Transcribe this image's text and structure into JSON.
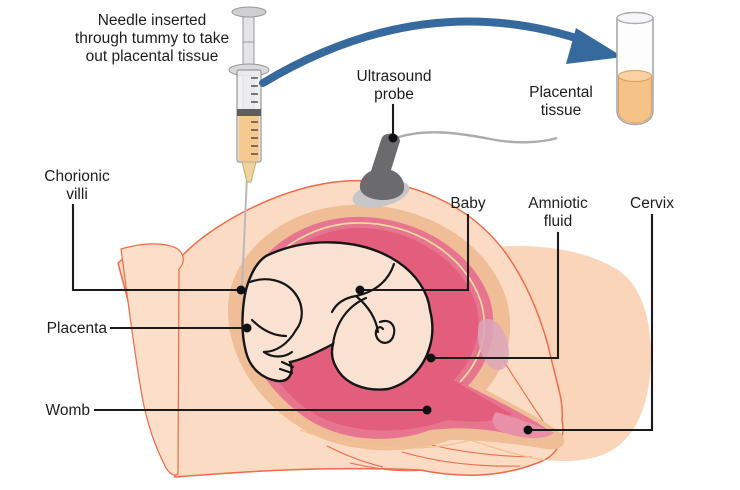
{
  "annotations": {
    "needle_note": {
      "lines": [
        "Needle inserted",
        "through tummy to take",
        "out placental tissue"
      ]
    },
    "ultrasound_probe": {
      "lines": [
        "Ultrasound",
        "probe"
      ]
    },
    "placental_tissue": {
      "lines": [
        "Placental",
        "tissue"
      ]
    },
    "chorionic_villi": {
      "lines": [
        "Chorionic",
        "villi"
      ]
    },
    "placenta": {
      "label": "Placenta"
    },
    "baby": {
      "label": "Baby"
    },
    "amniotic_fluid": {
      "lines": [
        "Amniotic",
        "fluid"
      ]
    },
    "cervix": {
      "label": "Cervix"
    },
    "womb": {
      "label": "Womb"
    }
  },
  "colors": {
    "skin": "#fbdbc3",
    "skin_back": "#fad5b9",
    "skin_flap": "#fcdfc9",
    "skin_outline": "#ee6a49",
    "womb_wall": "#efbd96",
    "womb_lining": "#e87590",
    "amniotic_cavity": "#e25e7c",
    "membrane": "#f6dc9e",
    "cervical_canal": "#e890a8",
    "bladder": "#dca6bb",
    "baby_skin": "#f9e2d2",
    "outline_black": "#1a1a1a",
    "syringe_fluid": "#f6c98e",
    "tube_fluid": "#f5c287",
    "tube_fluid_top": "#f8d2a3",
    "arrow": "#36699e",
    "probe_dark": "#6b6b6e",
    "probe_light": "#c7c7ca",
    "metal_gray": "#b9b9bc"
  }
}
